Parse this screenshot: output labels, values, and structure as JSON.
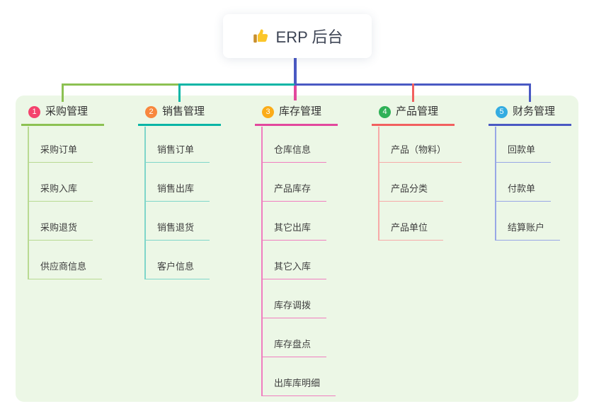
{
  "root": {
    "label": "ERP 后台",
    "icon": "thumbs-up-icon",
    "connector_color": "#4a59c3"
  },
  "panel_color": "#ecf7e6",
  "branches": [
    {
      "num": "1",
      "label": "采购管理",
      "line_color": "#8cc152",
      "child_line_color": "#b8da92",
      "badge_color": "#f4436d",
      "children": [
        {
          "label": "采购订单"
        },
        {
          "label": "采购入库"
        },
        {
          "label": "采购退货"
        },
        {
          "label": "供应商信息"
        }
      ]
    },
    {
      "num": "2",
      "label": "销售管理",
      "line_color": "#0ab5a6",
      "child_line_color": "#7fd6ca",
      "badge_color": "#f8873e",
      "children": [
        {
          "label": "销售订单"
        },
        {
          "label": "销售出库"
        },
        {
          "label": "销售退货"
        },
        {
          "label": "客户信息"
        }
      ]
    },
    {
      "num": "3",
      "label": "库存管理",
      "line_color": "#e2489d",
      "child_line_color": "#f07ec0",
      "badge_color": "#fbac18",
      "children": [
        {
          "label": "仓库信息"
        },
        {
          "label": "产品库存"
        },
        {
          "label": "其它出库"
        },
        {
          "label": "其它入库"
        },
        {
          "label": "库存调拨"
        },
        {
          "label": "库存盘点"
        },
        {
          "label": "出库库明细"
        }
      ]
    },
    {
      "num": "4",
      "label": "产品管理",
      "line_color": "#f2605f",
      "child_line_color": "#f7aaa8",
      "badge_color": "#2fb157",
      "children": [
        {
          "label": "产品（物料）"
        },
        {
          "label": "产品分类"
        },
        {
          "label": "产品单位"
        }
      ]
    },
    {
      "num": "5",
      "label": "财务管理",
      "line_color": "#4a59c3",
      "child_line_color": "#98a7e6",
      "badge_color": "#34ace1",
      "children": [
        {
          "label": "回款单"
        },
        {
          "label": "付款单"
        },
        {
          "label": "结算账户"
        }
      ]
    }
  ]
}
